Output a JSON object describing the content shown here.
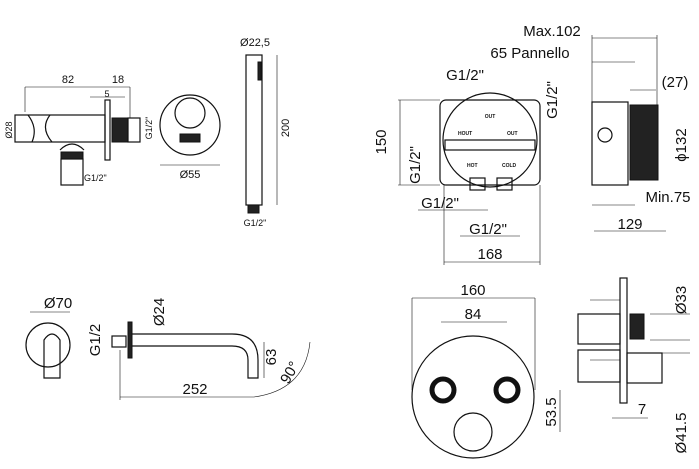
{
  "wall_outlet": {
    "d82": "82",
    "d18": "18",
    "d5": "5",
    "dia28": "Ø28",
    "thread_side": "G1/2\"",
    "thread_bottom": "G1/2\""
  },
  "ring": {
    "dia55": "Ø55"
  },
  "hand_shower": {
    "dia": "Ø22,5",
    "length": "200",
    "thread": "G1/2\""
  },
  "mixer_box": {
    "max": "Max.102",
    "panel": "65 Pannello",
    "g_top": "G1/2\"",
    "g_right": "G1/2\"",
    "h150": "150",
    "g_left": "G1/2\"",
    "g_bottom1": "G1/2\"",
    "g_bottom2": "G1/2\"",
    "w168": "168",
    "d27": "(27)",
    "dia132": "ϕ132",
    "min": "Min.75",
    "d129": "129",
    "port_labels": {
      "top": "OUT",
      "left": "HOUT",
      "right": "OUT",
      "hot": "HOT",
      "cold": "COLD"
    }
  },
  "spout": {
    "dia70": "Ø70",
    "thread": "G1/2",
    "dia24": "Ø24",
    "h63": "63",
    "angle": "90°",
    "len252": "252"
  },
  "trim_plate": {
    "w160": "160",
    "w84": "84",
    "h53": "53.5",
    "dia33": "Ø33",
    "dia415": "Ø41.5",
    "d7": "7"
  }
}
